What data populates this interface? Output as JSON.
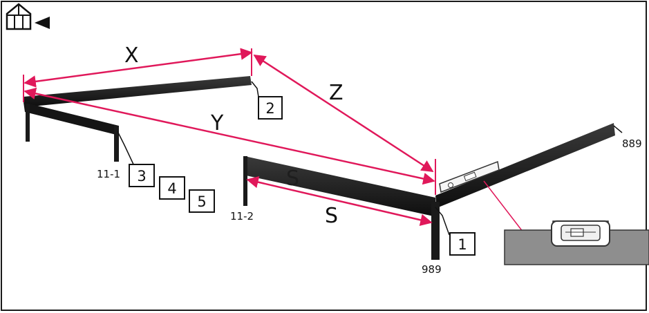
{
  "diagram": {
    "dimension_labels": {
      "x": "X",
      "y": "Y",
      "z": "Z",
      "s_top": "S",
      "s_bottom": "S"
    },
    "step_numbers": [
      "1",
      "2",
      "3",
      "4",
      "5"
    ],
    "part_labels": {
      "part_11_1": "11-1",
      "part_11_2": "11-2",
      "part_989": "989",
      "part_889": "889"
    },
    "icons": {
      "view_icon": "greenhouse-view-icon",
      "spirit_level": "spirit-level-icon",
      "level_magnifier": "level-bubble-detail-icon"
    },
    "colors": {
      "arrow": "#e0185a",
      "beam": "#1c1c1c",
      "detail_fill": "#8e8e8e",
      "frame": "#1a1a1a"
    }
  }
}
